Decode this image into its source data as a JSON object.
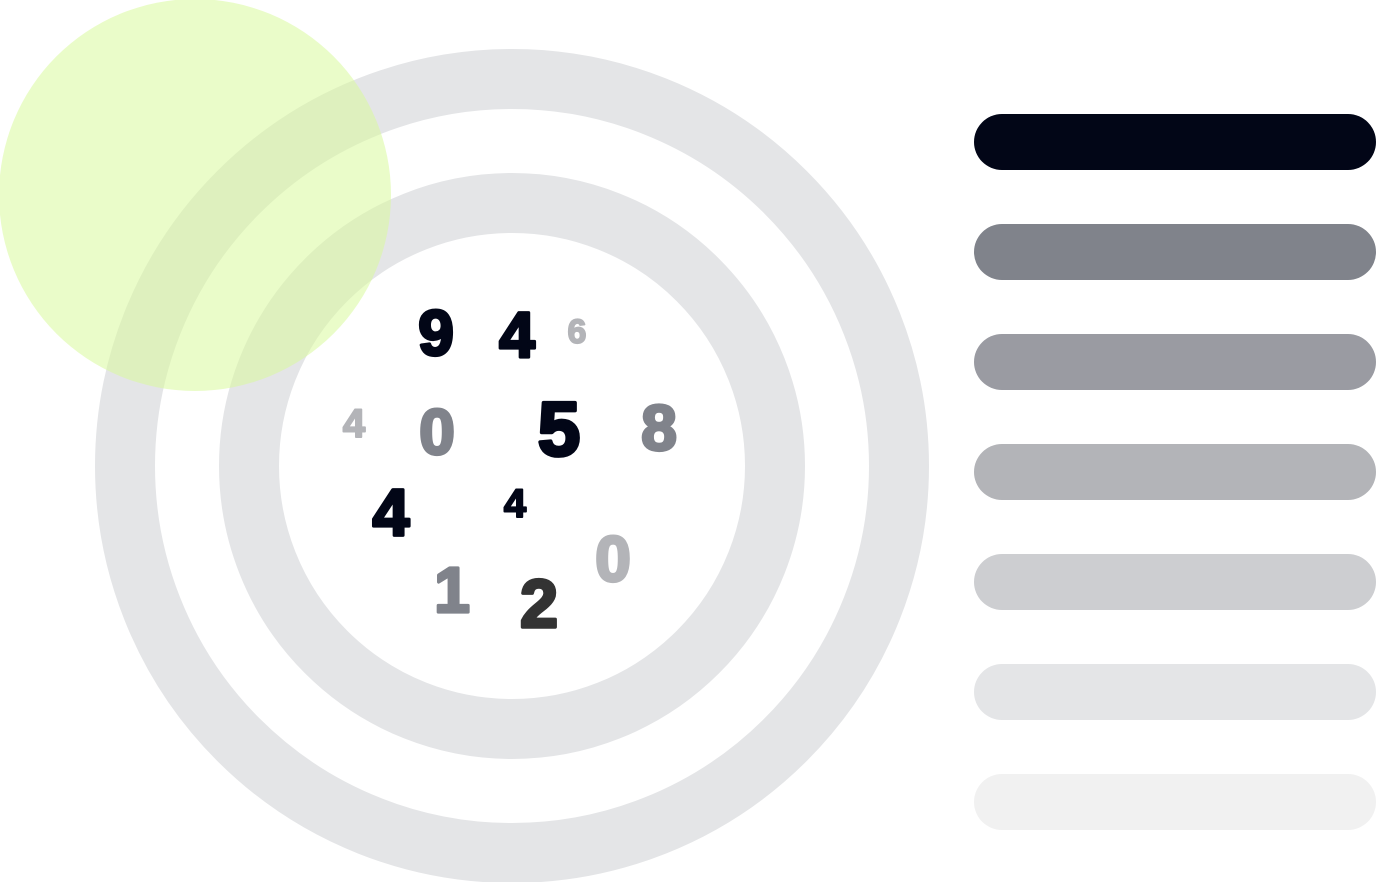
{
  "colors": {
    "ring": "#e4e5e7",
    "accent_circle": "#d9f99d",
    "bars": [
      "#020617",
      "#80838b",
      "#9a9ba2",
      "#b3b4b8",
      "#cdced1",
      "#e4e5e7",
      "#f1f1f1"
    ]
  },
  "digits": [
    {
      "value": "9",
      "color": "#020617"
    },
    {
      "value": "4",
      "color": "#020617"
    },
    {
      "value": "6",
      "color": "#b3b4b8"
    },
    {
      "value": "4",
      "color": "#b3b4b8"
    },
    {
      "value": "0",
      "color": "#80838b"
    },
    {
      "value": "5",
      "color": "#020617"
    },
    {
      "value": "8",
      "color": "#80838b"
    },
    {
      "value": "4",
      "color": "#020617"
    },
    {
      "value": "4",
      "color": "#020617"
    },
    {
      "value": "0",
      "color": "#b3b4b8"
    },
    {
      "value": "1",
      "color": "#80838b"
    },
    {
      "value": "2",
      "color": "#333333"
    }
  ]
}
